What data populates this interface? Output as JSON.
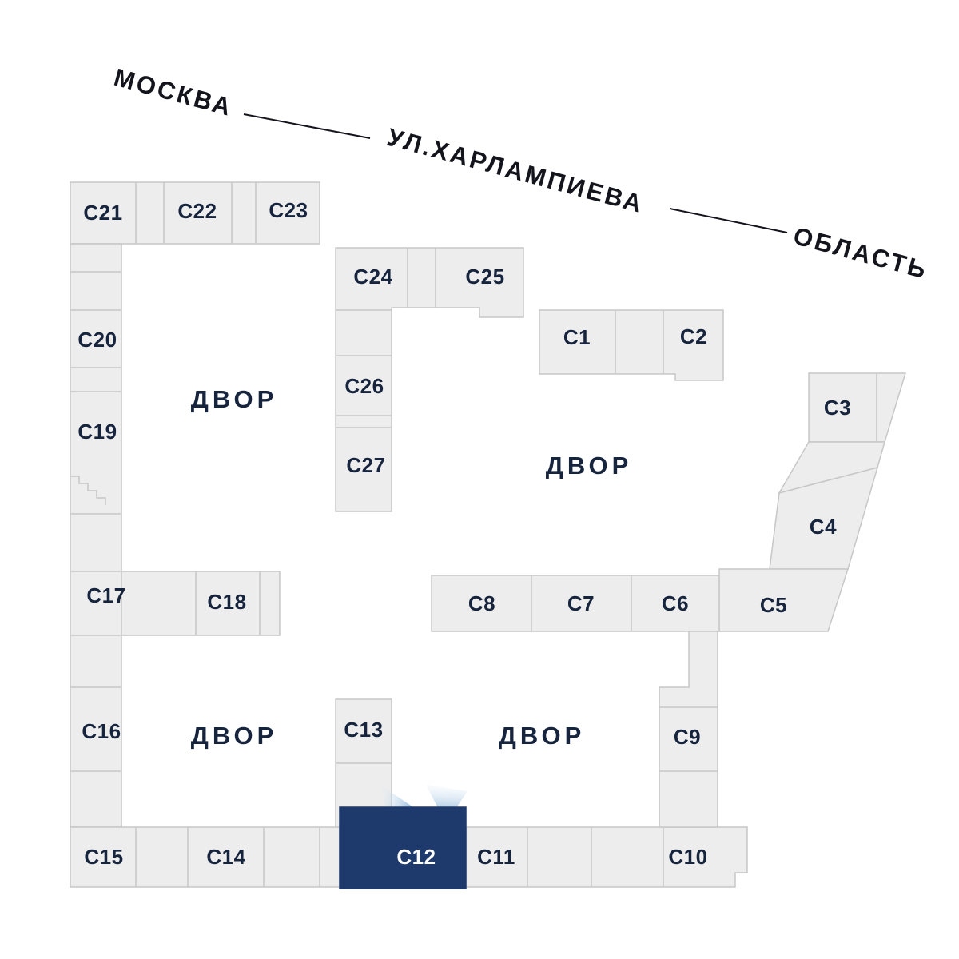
{
  "colors": {
    "building-fill": "#ededed",
    "building-stroke": "#c7c7c7",
    "selected-fill": "#1e3a6d",
    "label": "#16243d",
    "label-selected": "#ffffff",
    "street": "#14141c",
    "cone-dark": "#4a86c0",
    "cone-light": "#d6e9f7"
  },
  "streets": {
    "city": "МОСКВА",
    "street": "УЛ.ХАРЛАМПИЕВА",
    "region": "ОБЛАСТЬ"
  },
  "courtyard_label": "ДВОР",
  "selected_building_id": "c12",
  "buildings": {
    "c1": "С1",
    "c2": "С2",
    "c3": "С3",
    "c4": "С4",
    "c5": "С5",
    "c6": "С6",
    "c7": "С7",
    "c8": "С8",
    "c9": "С9",
    "c10": "С10",
    "c11": "С11",
    "c12": "С12",
    "c13": "С13",
    "c14": "С14",
    "c15": "С15",
    "c16": "С16",
    "c17": "С17",
    "c18": "С18",
    "c19": "С19",
    "c20": "С20",
    "c21": "С21",
    "c22": "С22",
    "c23": "С23",
    "c24": "С24",
    "c25": "С25",
    "c26": "С26",
    "c27": "С27"
  }
}
